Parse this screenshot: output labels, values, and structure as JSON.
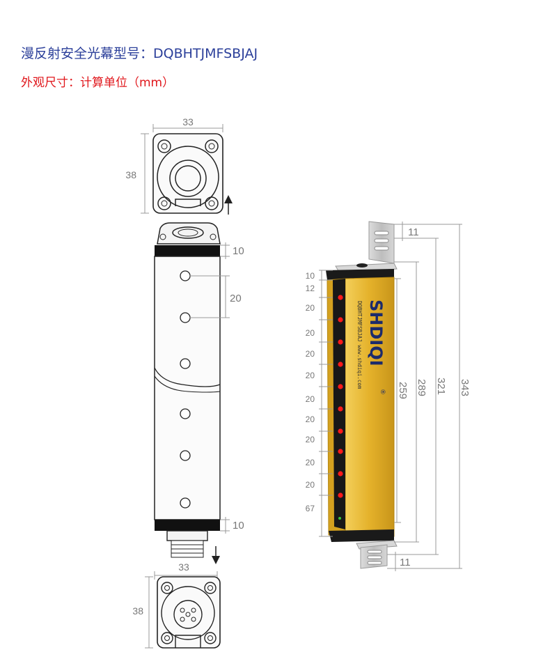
{
  "header": {
    "model_title": "漫反射安全光幕型号：DQBHTJMFSBJAJ",
    "dims_title": "外观尺寸：计算单位（mm）"
  },
  "left_view": {
    "top_cap": {
      "width": "33",
      "height": "38"
    },
    "body": {
      "end_cap_top": "10",
      "pitch": "20",
      "end_cap_bottom": "10"
    },
    "bottom_cap": {
      "width": "33",
      "height": "38"
    }
  },
  "right_view": {
    "bracket_top": "11",
    "bracket_bottom": "11",
    "spacing_labels": [
      "10",
      "12",
      "20",
      "20",
      "20",
      "20",
      "20",
      "20",
      "20",
      "20",
      "20",
      "67"
    ],
    "heights": {
      "h259": "259",
      "h289": "289",
      "h321": "321",
      "h343": "343"
    },
    "vertical_text": "DQBHTJMFSBJAJ www.shdiqi.com",
    "brand": "SHDIQI",
    "registered": "®"
  },
  "colors": {
    "title_blue": "#2b3f9a",
    "title_red": "#e0161b",
    "body_yellow": "#e8b428",
    "led_red": "#ff1a1a"
  }
}
